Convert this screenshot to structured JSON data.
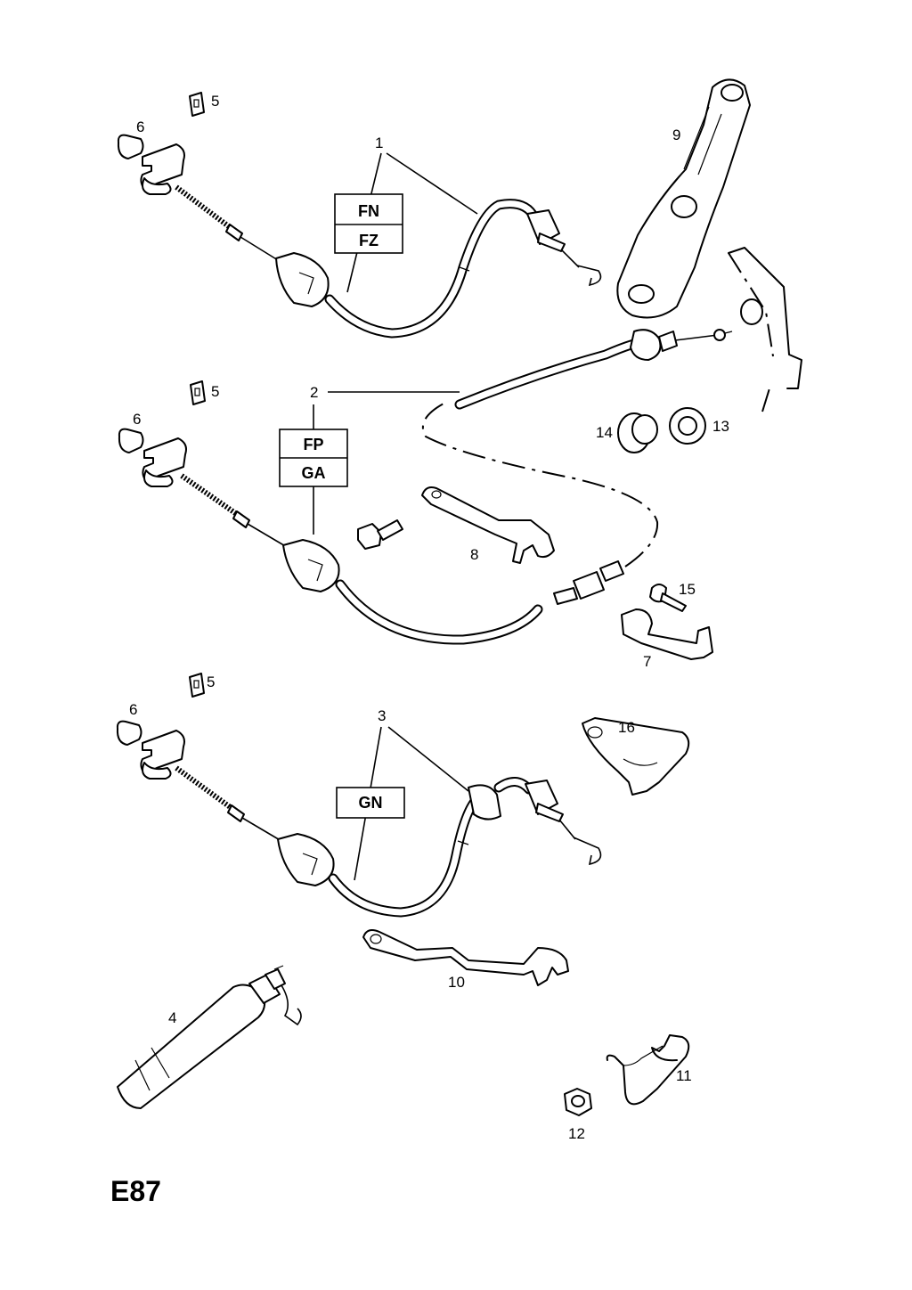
{
  "page_code": "E87",
  "variants": {
    "cable_1": [
      "FN",
      "FZ"
    ],
    "cable_2": [
      "FP",
      "GA"
    ],
    "cable_3": [
      "GN"
    ]
  },
  "callouts": {
    "n1": "1",
    "n2": "2",
    "n3": "3",
    "n4": "4",
    "n5a": "5",
    "n5b": "5",
    "n5c": "5",
    "n6a": "6",
    "n6b": "6",
    "n6c": "6",
    "n7": "7",
    "n8": "8",
    "n9": "9",
    "n10": "10",
    "n11": "11",
    "n12": "12",
    "n13": "13",
    "n14": "14",
    "n15": "15",
    "n16": "16"
  }
}
